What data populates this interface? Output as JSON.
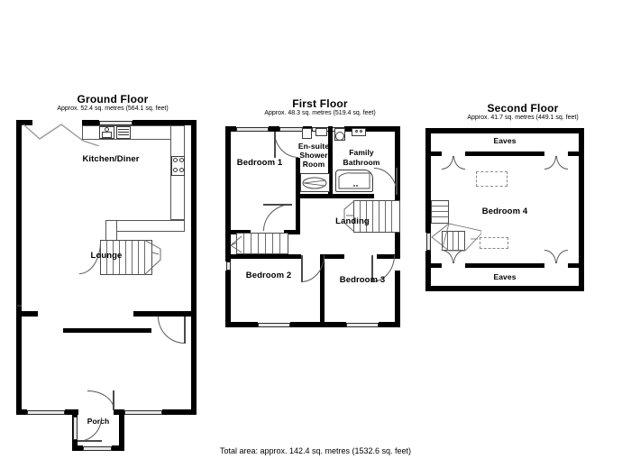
{
  "document": {
    "type": "floor-plan",
    "total_area_text": "Total area: approx. 142.4 sq. metres (1532.6 sq. feet)"
  },
  "floors": [
    {
      "id": "ground",
      "title": "Ground Floor",
      "subtitle": "Approx. 52.4 sq. metres (564.1 sq. feet)",
      "rooms": [
        {
          "name": "Kitchen/Diner",
          "label": "Kitchen/Diner"
        },
        {
          "name": "Lounge",
          "label": "Lounge"
        },
        {
          "name": "Porch",
          "label": "Porch"
        }
      ]
    },
    {
      "id": "first",
      "title": "First Floor",
      "subtitle": "Approx. 48.3 sq. metres (519.4 sq. feet)",
      "rooms": [
        {
          "name": "Bedroom 1",
          "label": "Bedroom 1"
        },
        {
          "name": "En-suite Shower Room",
          "label": "En-suite\nShower\nRoom",
          "line1": "En-suite",
          "line2": "Shower",
          "line3": "Room"
        },
        {
          "name": "Family Bathroom",
          "label": "Family Bathroom",
          "line1": "Family",
          "line2": "Bathroom"
        },
        {
          "name": "Landing",
          "label": "Landing"
        },
        {
          "name": "Bedroom 2",
          "label": "Bedroom 2"
        },
        {
          "name": "Bedroom 3",
          "label": "Bedroom 3"
        }
      ]
    },
    {
      "id": "second",
      "title": "Second Floor",
      "subtitle": "Approx. 41.7 sq. metres (449.1 sq. feet)",
      "rooms": [
        {
          "name": "Eaves Top",
          "label": "Eaves"
        },
        {
          "name": "Bedroom 4",
          "label": "Bedroom 4"
        },
        {
          "name": "Eaves Bottom",
          "label": "Eaves"
        }
      ]
    }
  ],
  "colors": {
    "wall": "#000000",
    "window": "#e8e8e8",
    "line": "#4a4a4a",
    "background": "#ffffff",
    "text": "#000000"
  }
}
